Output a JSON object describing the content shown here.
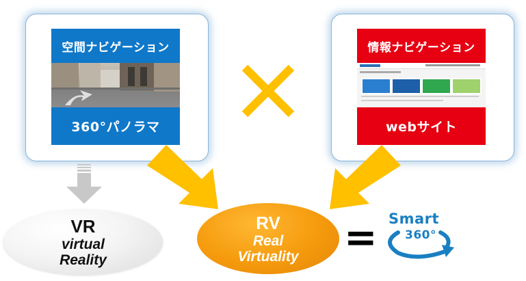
{
  "left": {
    "title": "空間ナビゲーション",
    "footer": "360°パノラマ"
  },
  "right": {
    "title": "情報ナビゲーション",
    "footer": "webサイト",
    "thumb_cards": [
      "",
      "",
      "",
      ""
    ]
  },
  "vr": {
    "abbr": "VR",
    "line1": "virtual",
    "line2": "Reality"
  },
  "rv": {
    "abbr": "RV",
    "line1": "Real",
    "line2": "Virtuality"
  },
  "equals": "=",
  "logo": {
    "word": "Smart",
    "num": "360°"
  },
  "colors": {
    "blue": "#0f78c9",
    "red": "#e60012",
    "arrow": "#ffc000",
    "orange": "#f59a0c",
    "gray": "#c8c8c8",
    "logo": "#1a7fc2"
  }
}
